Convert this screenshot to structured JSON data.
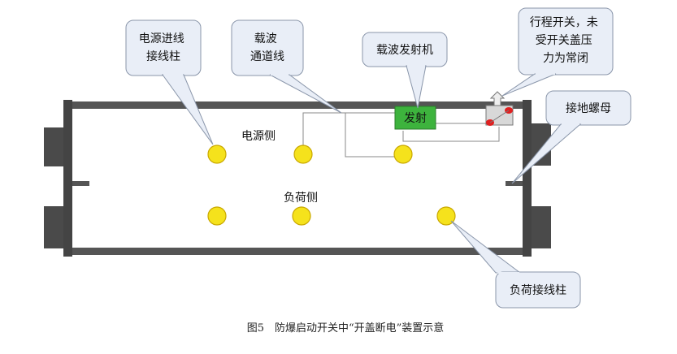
{
  "callouts": {
    "power_terminal": [
      "电源进线",
      "接线柱"
    ],
    "carrier_channel": [
      "载波",
      "通道线"
    ],
    "carrier_transmitter": [
      "载波发射机"
    ],
    "travel_switch": [
      "行程开关，未",
      "受开关盖压",
      "力为常闭"
    ],
    "ground_nut": [
      "接地螺母"
    ],
    "load_terminal": [
      "负荷接线柱"
    ]
  },
  "labels": {
    "power_side": "电源侧",
    "load_side": "负荷侧",
    "transmitter_box": "发射"
  },
  "caption": "图5　防爆启动开关中“开盖断电”装置示意",
  "colors": {
    "terminal_fill": "#f5e21c",
    "terminal_stroke": "#c9a800",
    "transmitter_fill": "#3db33d",
    "callout_fill": "#e9eef7",
    "callout_stroke": "#8a96aa",
    "frame_bar": "#555555",
    "switch_red": "#e02020"
  }
}
